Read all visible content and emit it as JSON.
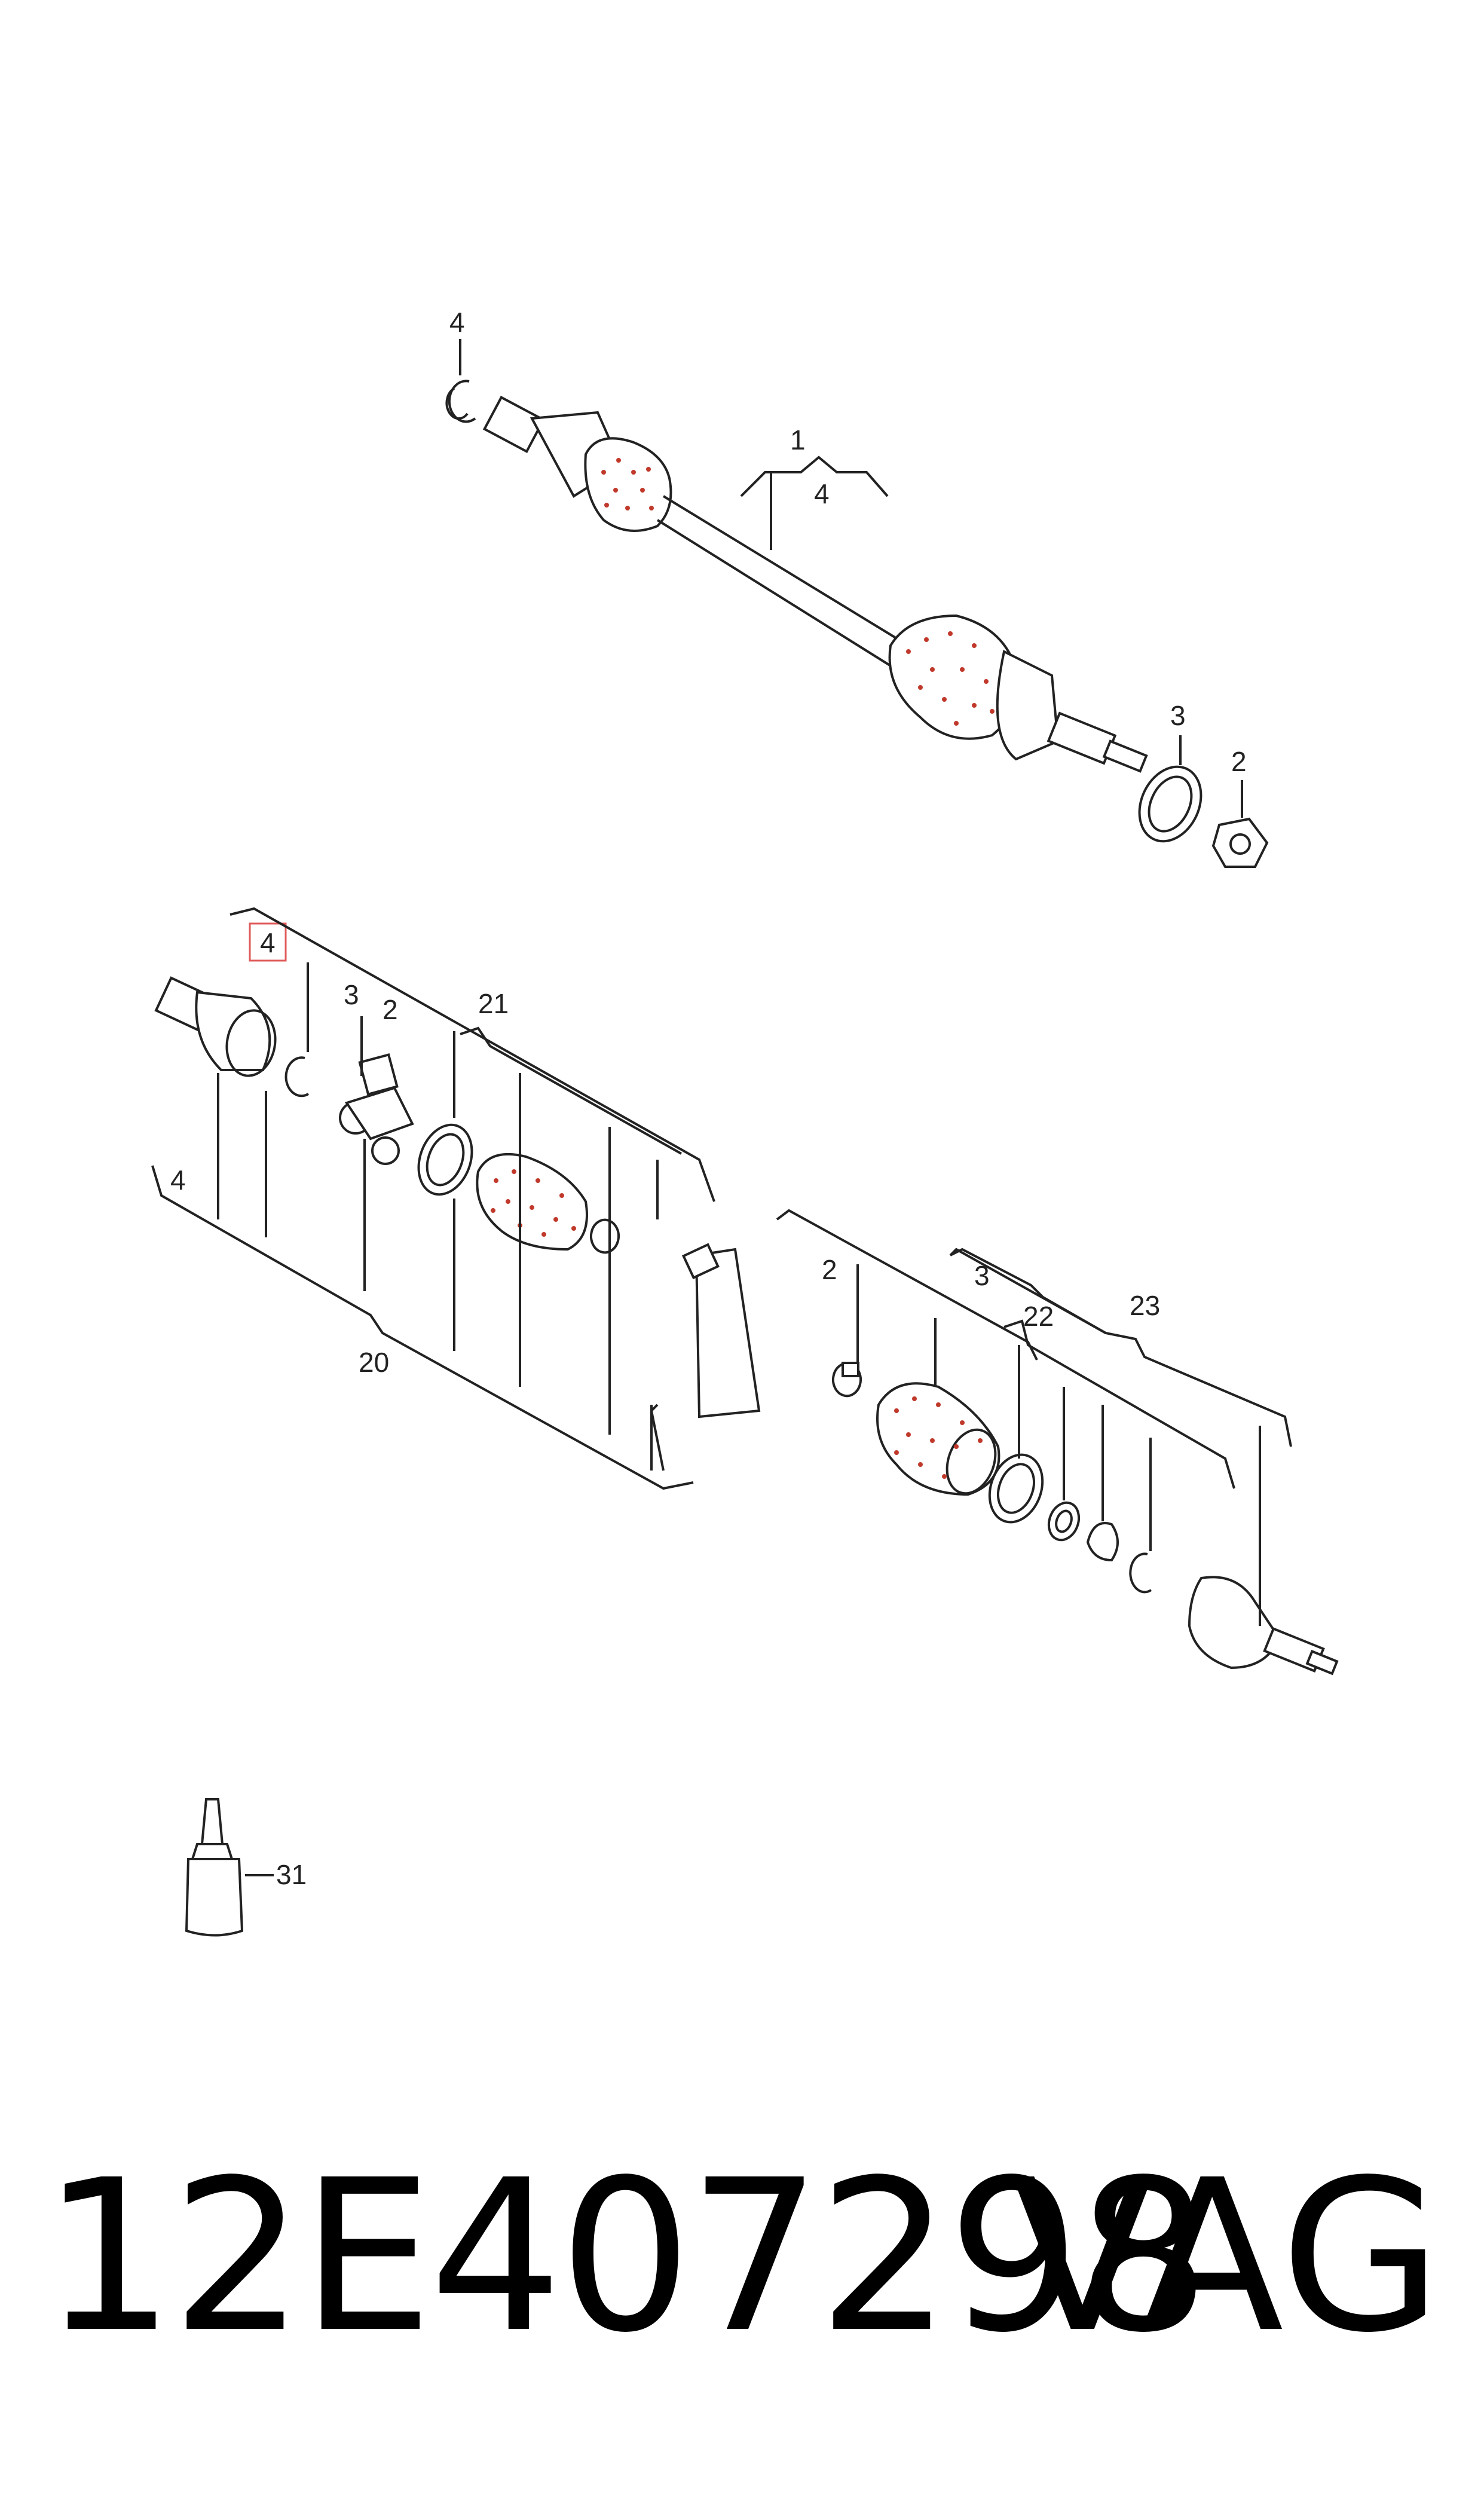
{
  "diagram": {
    "callouts": {
      "top_circlip": "4",
      "top_shaft": "1",
      "top_shaft_sub": "4",
      "top_ring": "3",
      "top_nut": "2",
      "highlight": "4",
      "inner_3": "3",
      "inner_2": "2",
      "inner_21": "21",
      "inner_4": "4",
      "inner_20": "20",
      "outer_2": "2",
      "outer_3": "3",
      "outer_22": "22",
      "outer_23": "23",
      "grease": "31"
    },
    "highlight_color": "#e05a5a"
  },
  "footer": {
    "part_number": "12E407298",
    "brand": "VAG"
  }
}
